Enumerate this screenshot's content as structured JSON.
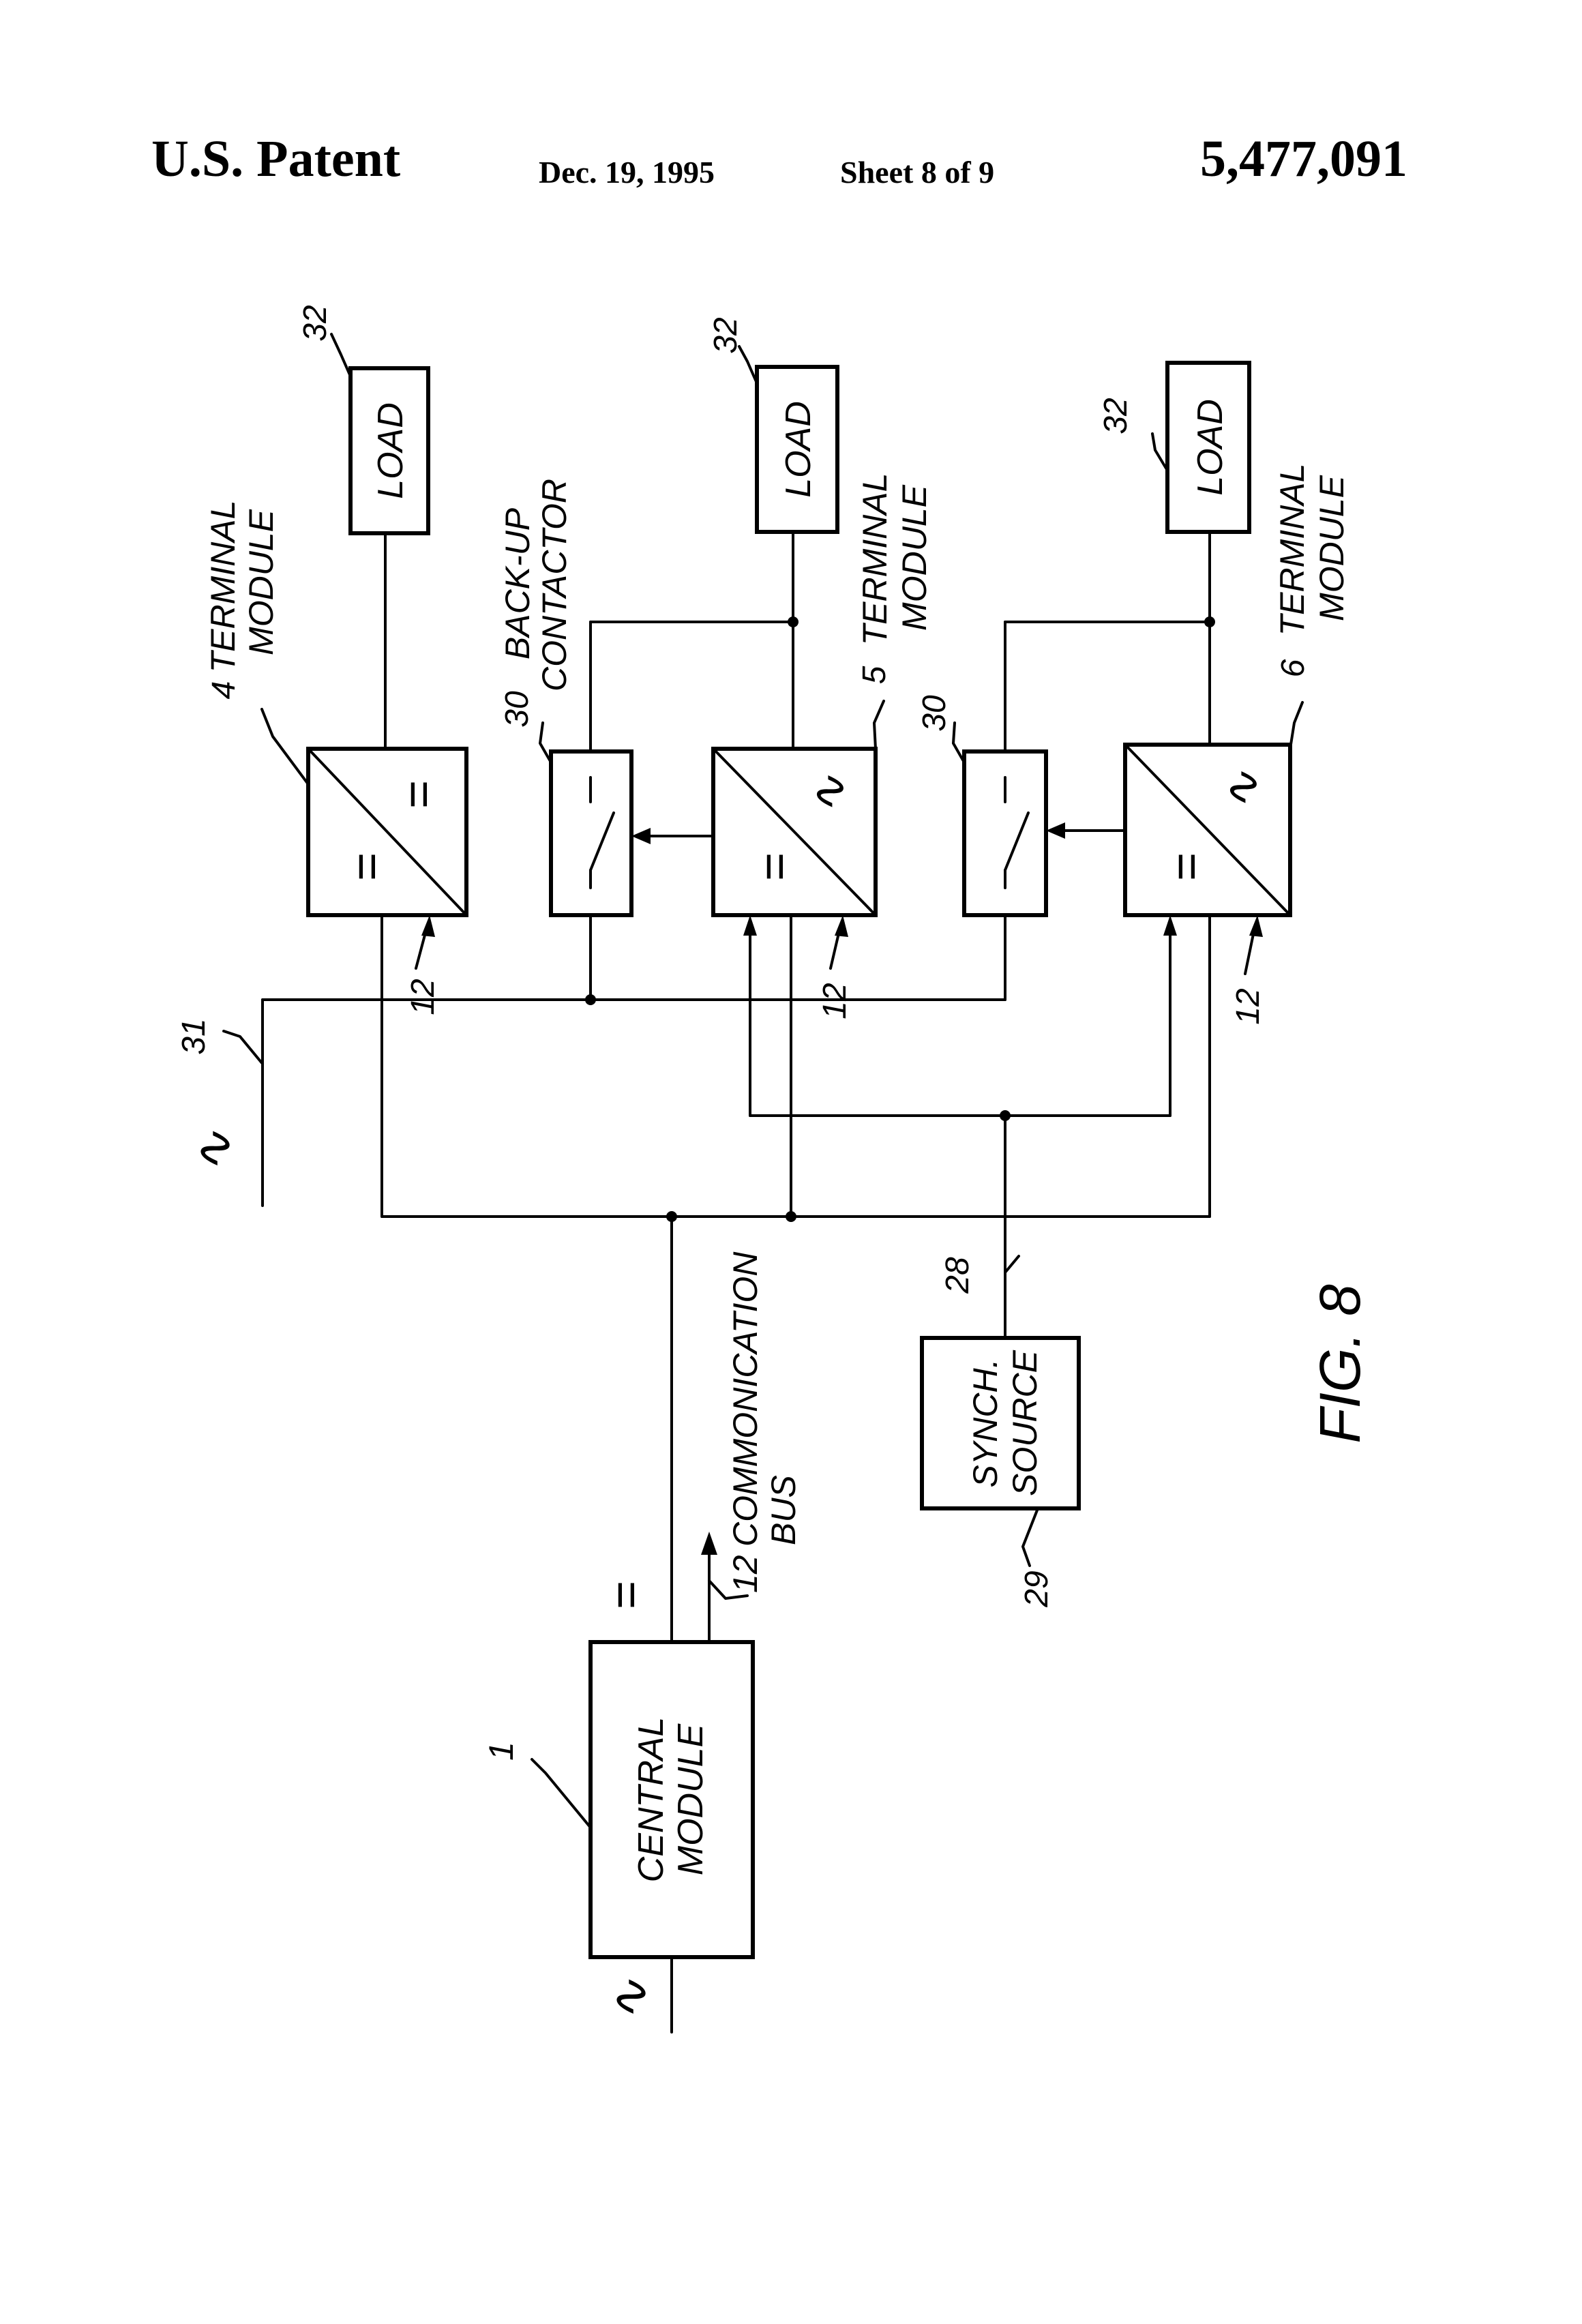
{
  "header": {
    "patent": "U.S. Patent",
    "date": "Dec. 19, 1995",
    "sheet": "Sheet 8 of 9",
    "number": "5,477,091"
  },
  "labels": {
    "load": "LOAD",
    "ref_load": "32",
    "tm4_num": "4",
    "tm5_num": "5",
    "tm6_num": "6",
    "terminal": "TERMINAL",
    "module": "MODULE",
    "ref_backup": "30",
    "backup_line1": "BACK-UP",
    "backup_line2": "CONTACTOR",
    "ref_backup_2": "30",
    "ref_bus_12": "12",
    "ref_31": "31",
    "ref_28": "28",
    "synch_line1": "SYNCH.",
    "synch_line2": "SOURCE",
    "ref_29": "29",
    "comm_line1": "COMMONICATION",
    "comm_line2": "BUS",
    "central_line1": "CENTRAL",
    "central_line2": "MODULE",
    "ref_central": "1",
    "dc_symbol": "=",
    "ac_symbol": "∿",
    "fig": "FIG. 8"
  }
}
